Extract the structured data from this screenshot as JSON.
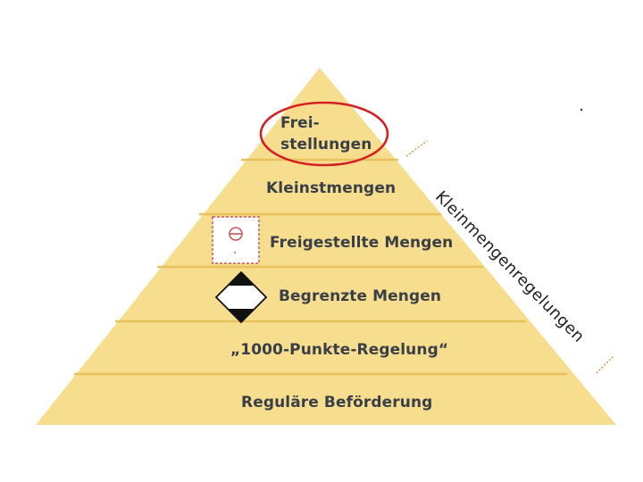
{
  "pyramid": {
    "levels": [
      {
        "label_lines": [
          "Frei-",
          "stellungen"
        ],
        "highlighted": true
      },
      {
        "label": "Kleinstmengen"
      },
      {
        "label": "Freigestellte Mengen",
        "icon": "excepted-quantities-mark-icon"
      },
      {
        "label": "Begrenzte Mengen",
        "icon": "limited-quantities-mark-icon"
      },
      {
        "label": "„1000-Punkte-Regelung“"
      },
      {
        "label": "Reguläre Beförderung"
      }
    ],
    "side_label": "Kleinmengenregelungen"
  },
  "colors": {
    "fill": "#f7de8f",
    "band_line": "#e8c05c",
    "highlight": "#d42020",
    "text": "#3a3f47"
  }
}
